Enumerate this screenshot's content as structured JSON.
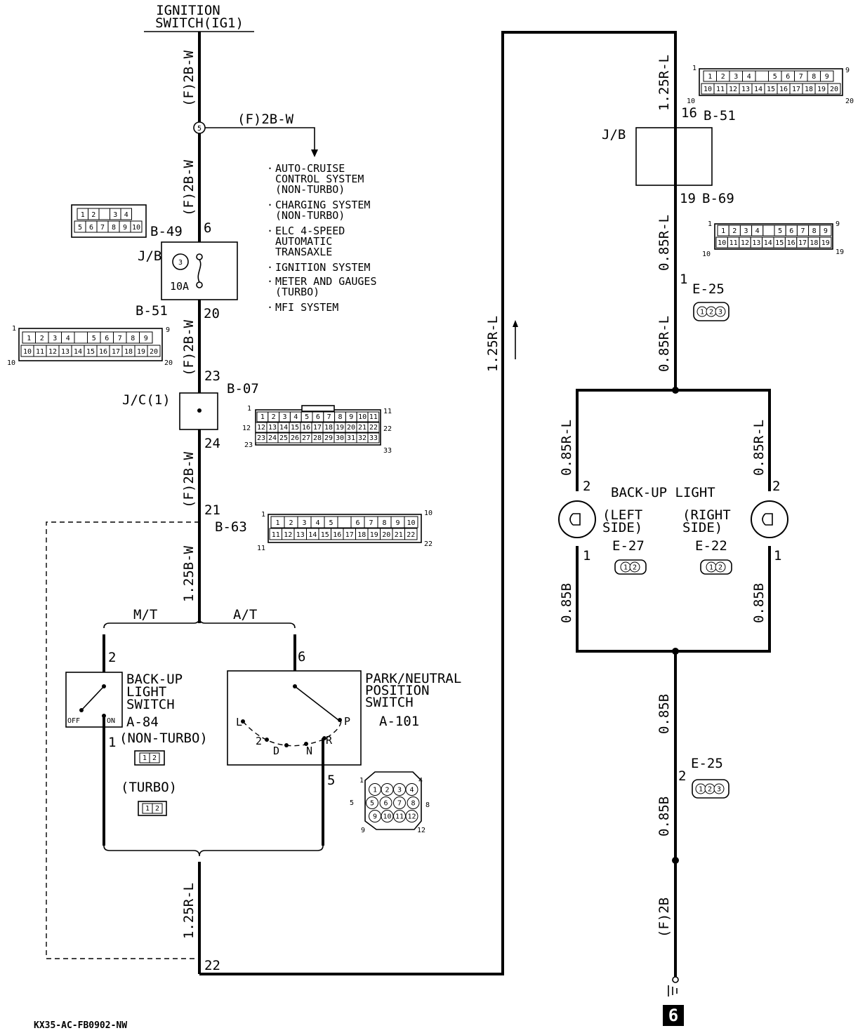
{
  "ignition_switch": {
    "line1": "IGNITION",
    "line2": "SWITCH(IG1)"
  },
  "wires": {
    "w_top": "(F)2B-W",
    "w_branch": "(F)2B-W",
    "w_2": "(F)2B-W",
    "w_3": "(F)2B-W",
    "w_4": "(F)2B-W",
    "w_125bw": "1.25B-W",
    "w_125rl_left": "1.25R-L",
    "w_125rl_mid": "1.25R-L",
    "w_125rl_right": "1.25R-L",
    "w_085rl_a": "0.85R-L",
    "w_085rl_b": "0.85R-L",
    "w_085rl_left": "0.85R-L",
    "w_085rl_right": "0.85R-L",
    "w_085b_left": "0.85B",
    "w_085b_right": "0.85B",
    "w_085b_a": "0.85B",
    "w_085b_b": "0.85B",
    "w_f2b": "(F)2B"
  },
  "splice": {
    "label": "5"
  },
  "systems": [
    "AUTO-CRUISE",
    "CONTROL SYSTEM",
    "(NON-TURBO)",
    "CHARGING SYSTEM",
    "(NON-TURBO)",
    "ELC 4-SPEED",
    "AUTOMATIC",
    "TRANSAXLE",
    "IGNITION SYSTEM",
    "METER AND GAUGES",
    "(TURBO)",
    "MFI SYSTEM"
  ],
  "jb_left": {
    "name": "J/B",
    "connector_top": "B-49",
    "pin_top": "6",
    "fuse_no": "3",
    "fuse_rating": "10A",
    "connector_bottom": "B-51",
    "pin_bottom": "20"
  },
  "jc": {
    "name": "J/C(1)",
    "connector": "B-07",
    "pin_in": "23",
    "pin_out": "24"
  },
  "b63": {
    "connector": "B-63",
    "pin": "21"
  },
  "branches": {
    "mt": "M/T",
    "at": "A/T"
  },
  "backup_switch": {
    "title": [
      "BACK-UP",
      "LIGHT",
      "SWITCH"
    ],
    "connector": "A-84",
    "note_nonturbo": "(NON-TURBO)",
    "note_turbo": "(TURBO)",
    "pin_top": "2",
    "pin_bottom": "1",
    "off": "OFF",
    "on": "ON"
  },
  "pn_switch": {
    "title": [
      "PARK/NEUTRAL",
      "POSITION",
      "SWITCH"
    ],
    "connector": "A-101",
    "pin_top": "6",
    "pin_bottom": "5",
    "positions": [
      "L",
      "2",
      "D",
      "N",
      "R",
      "P"
    ]
  },
  "bottom_pin": "22",
  "jb_right": {
    "name": "J/B",
    "pin_top": "16",
    "connector_top": "B-51",
    "pin_bottom": "19",
    "connector_bottom": "B-69"
  },
  "e25_top": {
    "connector": "E-25",
    "pin": "1"
  },
  "e25_bottom": {
    "connector": "E-25",
    "pin": "2"
  },
  "backup_light": {
    "title": "BACK-UP LIGHT",
    "left": {
      "l1": "(LEFT",
      "l2": "SIDE)",
      "connector": "E-27",
      "pin_top": "2",
      "pin_bottom": "1"
    },
    "right": {
      "l1": "(RIGHT",
      "l2": "SIDE)",
      "connector": "E-22",
      "pin_top": "2",
      "pin_bottom": "1"
    }
  },
  "ground": {
    "label": "6"
  },
  "footer_code": "KX35-AC-FB0902-NW",
  "connector_pins": {
    "b49": {
      "row1": [
        "1",
        "2",
        "",
        "3",
        "4"
      ],
      "row2": [
        "5",
        "6",
        "7",
        "8",
        "9",
        "10"
      ]
    },
    "b51_20": {
      "row1": [
        "1",
        "2",
        "3",
        "4",
        "",
        "5",
        "6",
        "7",
        "8",
        "9"
      ],
      "row2": [
        "10",
        "11",
        "12",
        "13",
        "14",
        "15",
        "16",
        "17",
        "18",
        "19",
        "20"
      ],
      "c1": "1",
      "c9": "9",
      "c10": "10",
      "c20": "20"
    },
    "b07": {
      "row1": [
        "1",
        "2",
        "3",
        "4",
        "5",
        "6",
        "7",
        "8",
        "9",
        "10",
        "11"
      ],
      "row2": [
        "12",
        "13",
        "14",
        "15",
        "16",
        "17",
        "18",
        "19",
        "20",
        "21",
        "22"
      ],
      "row3": [
        "23",
        "24",
        "25",
        "26",
        "27",
        "28",
        "29",
        "30",
        "31",
        "32",
        "33"
      ],
      "c1": "1",
      "c11": "11",
      "c12": "12",
      "c22": "22",
      "c23": "23",
      "c33": "33"
    },
    "b63": {
      "row1": [
        "1",
        "2",
        "3",
        "4",
        "5",
        "",
        "6",
        "7",
        "8",
        "9",
        "10"
      ],
      "row2": [
        "11",
        "12",
        "13",
        "14",
        "15",
        "16",
        "17",
        "18",
        "19",
        "20",
        "21",
        "22"
      ],
      "c1": "1",
      "c10": "10",
      "c11": "11",
      "c22": "22"
    },
    "b69": {
      "row1": [
        "1",
        "2",
        "3",
        "4",
        "",
        "5",
        "6",
        "7",
        "8",
        "9"
      ],
      "row2": [
        "10",
        "11",
        "12",
        "13",
        "14",
        "15",
        "16",
        "17",
        "18",
        "19"
      ],
      "c1": "1",
      "c9": "9",
      "c10": "10",
      "c19": "19"
    },
    "e25": [
      "1",
      "2",
      "3"
    ],
    "two_pin": [
      "1",
      "2"
    ],
    "a101": {
      "rows": [
        [
          "1",
          "2",
          "3",
          "4"
        ],
        [
          "5",
          "6",
          "7",
          "8"
        ],
        [
          "9",
          "10",
          "11",
          "12"
        ]
      ],
      "c1": "1",
      "c4": "4",
      "c5": "5",
      "c8": "8",
      "c9": "9",
      "c12": "12"
    }
  }
}
